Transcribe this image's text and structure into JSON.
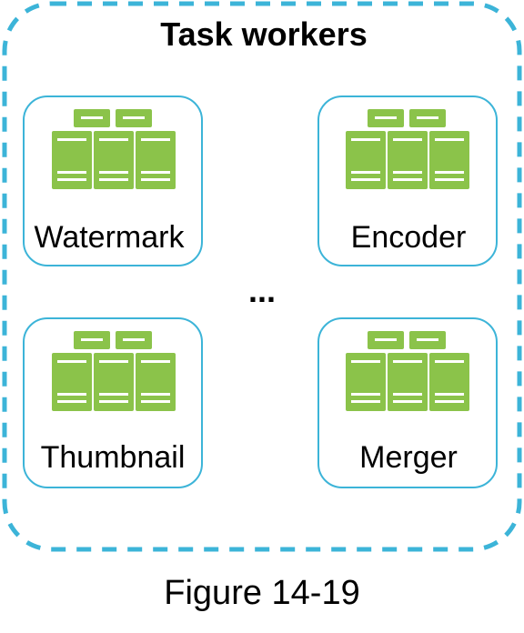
{
  "title": "Task workers",
  "ellipsis": "...",
  "caption": "Figure 14-19",
  "workers": [
    {
      "label": "Watermark",
      "icon": "server-cluster-icon"
    },
    {
      "label": "Encoder",
      "icon": "server-cluster-icon"
    },
    {
      "label": "Thumbnail",
      "icon": "server-cluster-icon"
    },
    {
      "label": "Merger",
      "icon": "server-cluster-icon"
    }
  ],
  "colors": {
    "border_dash": "#3cb4d8",
    "card_border": "#3cb4d8",
    "server_green": "#8bc34a",
    "server_lines": "#ffffff"
  }
}
